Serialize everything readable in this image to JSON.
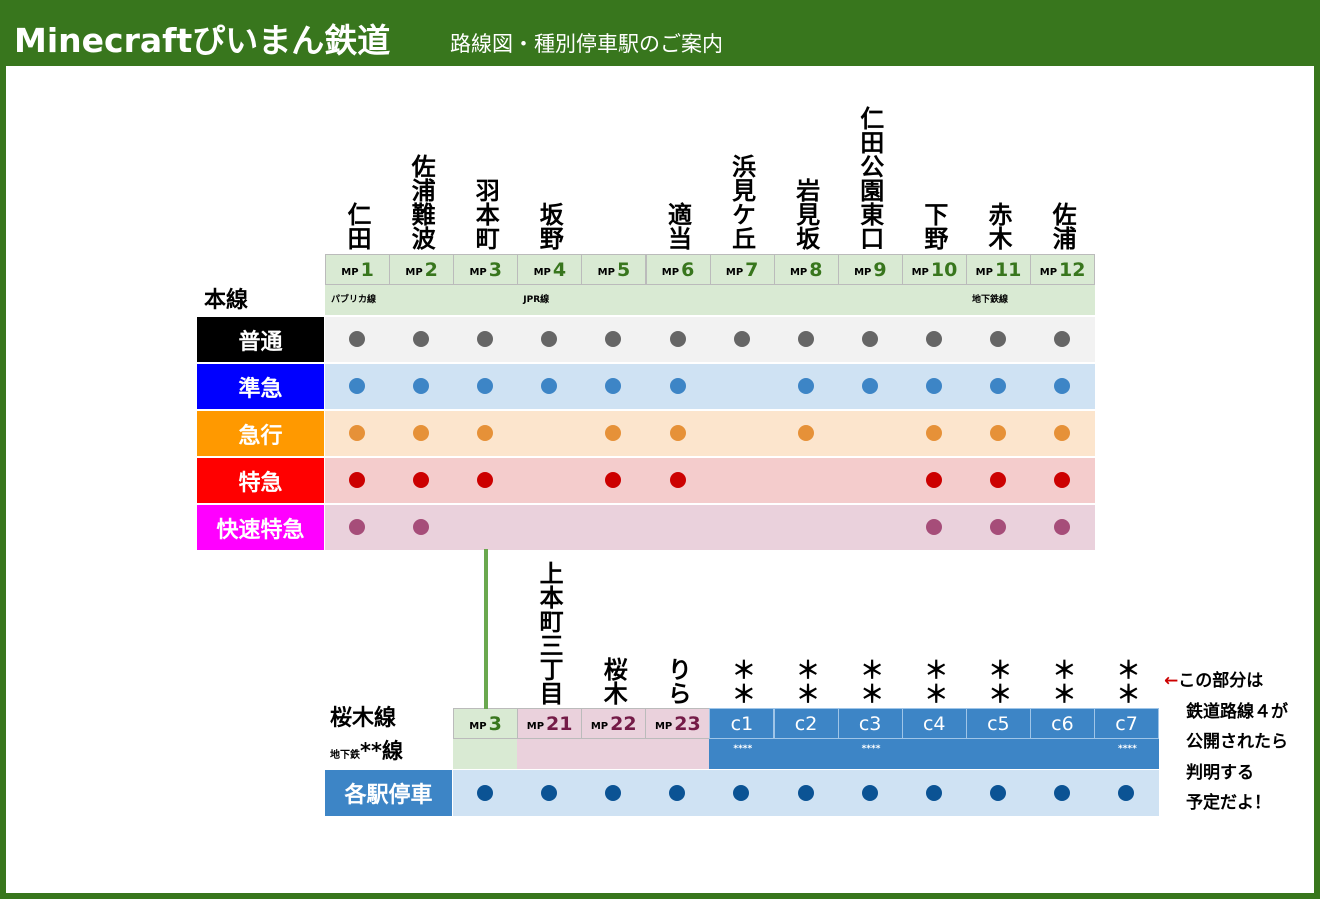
{
  "header": {
    "title": "Minecraftぴいまん鉄道",
    "subtitle": "路線図・種別停車駅のご案内"
  },
  "main_line": {
    "label": "本線",
    "stations": [
      {
        "name": "仁田",
        "mp": "1"
      },
      {
        "name": "佐浦難波",
        "mp": "2"
      },
      {
        "name": "羽本町",
        "mp": "3"
      },
      {
        "name": "坂野",
        "mp": "4"
      },
      {
        "name": "",
        "mp": "5"
      },
      {
        "name": "適当",
        "mp": "6"
      },
      {
        "name": "浜見ケ丘",
        "mp": "7"
      },
      {
        "name": "岩見坂",
        "mp": "8"
      },
      {
        "name": "仁田公園東口",
        "mp": "9"
      },
      {
        "name": "下野",
        "mp": "10"
      },
      {
        "name": "赤木",
        "mp": "11"
      },
      {
        "name": "佐浦",
        "mp": "12"
      }
    ],
    "mp_prefix": "MP",
    "sublabels": [
      {
        "col": 1,
        "text": "パブリカ線"
      },
      {
        "col": 4,
        "text": "JPR線"
      },
      {
        "col": 11,
        "text": "地下鉄線"
      }
    ],
    "services": [
      {
        "name": "普通",
        "label_color": "#000000",
        "row_color": "#f2f2f2",
        "dot_color": "#666666",
        "stops": [
          1,
          2,
          3,
          4,
          5,
          6,
          7,
          8,
          9,
          10,
          11,
          12
        ]
      },
      {
        "name": "準急",
        "label_color": "#0000ff",
        "row_color": "#cfe2f3",
        "dot_color": "#3d85c6",
        "stops": [
          1,
          2,
          3,
          4,
          5,
          6,
          8,
          9,
          10,
          11,
          12
        ]
      },
      {
        "name": "急行",
        "label_color": "#ff9900",
        "row_color": "#fce5cd",
        "dot_color": "#e69138",
        "stops": [
          1,
          2,
          3,
          5,
          6,
          8,
          10,
          11,
          12
        ]
      },
      {
        "name": "特急",
        "label_color": "#ff0000",
        "row_color": "#f4cccc",
        "dot_color": "#cc0000",
        "stops": [
          1,
          2,
          3,
          5,
          6,
          10,
          11,
          12
        ]
      },
      {
        "name": "快速特急",
        "label_color": "#ff00ff",
        "row_color": "#ead1dc",
        "dot_color": "#a64d79",
        "stops": [
          1,
          2,
          10,
          11,
          12
        ]
      }
    ]
  },
  "branch_line": {
    "label": "桜木線",
    "sublabel_small": "地下鉄",
    "sublabel_big": "**線",
    "stations": [
      {
        "name": "",
        "code": "3",
        "kind": "mp"
      },
      {
        "name": "上本町三丁目",
        "code": "21",
        "kind": "mp"
      },
      {
        "name": "桜木",
        "code": "22",
        "kind": "mp"
      },
      {
        "name": "りら",
        "code": "23",
        "kind": "mp"
      },
      {
        "name": "＊＊",
        "code": "c1",
        "kind": "c"
      },
      {
        "name": "＊＊",
        "code": "c2",
        "kind": "c"
      },
      {
        "name": "＊＊",
        "code": "c3",
        "kind": "c"
      },
      {
        "name": "＊＊",
        "code": "c4",
        "kind": "c"
      },
      {
        "name": "＊＊",
        "code": "c5",
        "kind": "c"
      },
      {
        "name": "＊＊",
        "code": "c6",
        "kind": "c"
      },
      {
        "name": "＊＊",
        "code": "c7",
        "kind": "c"
      }
    ],
    "stars": [
      {
        "col": 5,
        "text": "****"
      },
      {
        "col": 7,
        "text": "****"
      },
      {
        "col": 11,
        "text": "****"
      }
    ],
    "service": {
      "name": "各駅停車",
      "label_color": "#3d85c6",
      "row_color": "#cfe2f3",
      "dot_color": "#0b5394",
      "stops": [
        1,
        2,
        3,
        4,
        5,
        6,
        7,
        8,
        9,
        10,
        11
      ]
    }
  },
  "note": {
    "arrow": "←",
    "lines": [
      "この部分は",
      "鉄道路線４が",
      "公開されたら",
      "判明する",
      "予定だよ！"
    ]
  }
}
